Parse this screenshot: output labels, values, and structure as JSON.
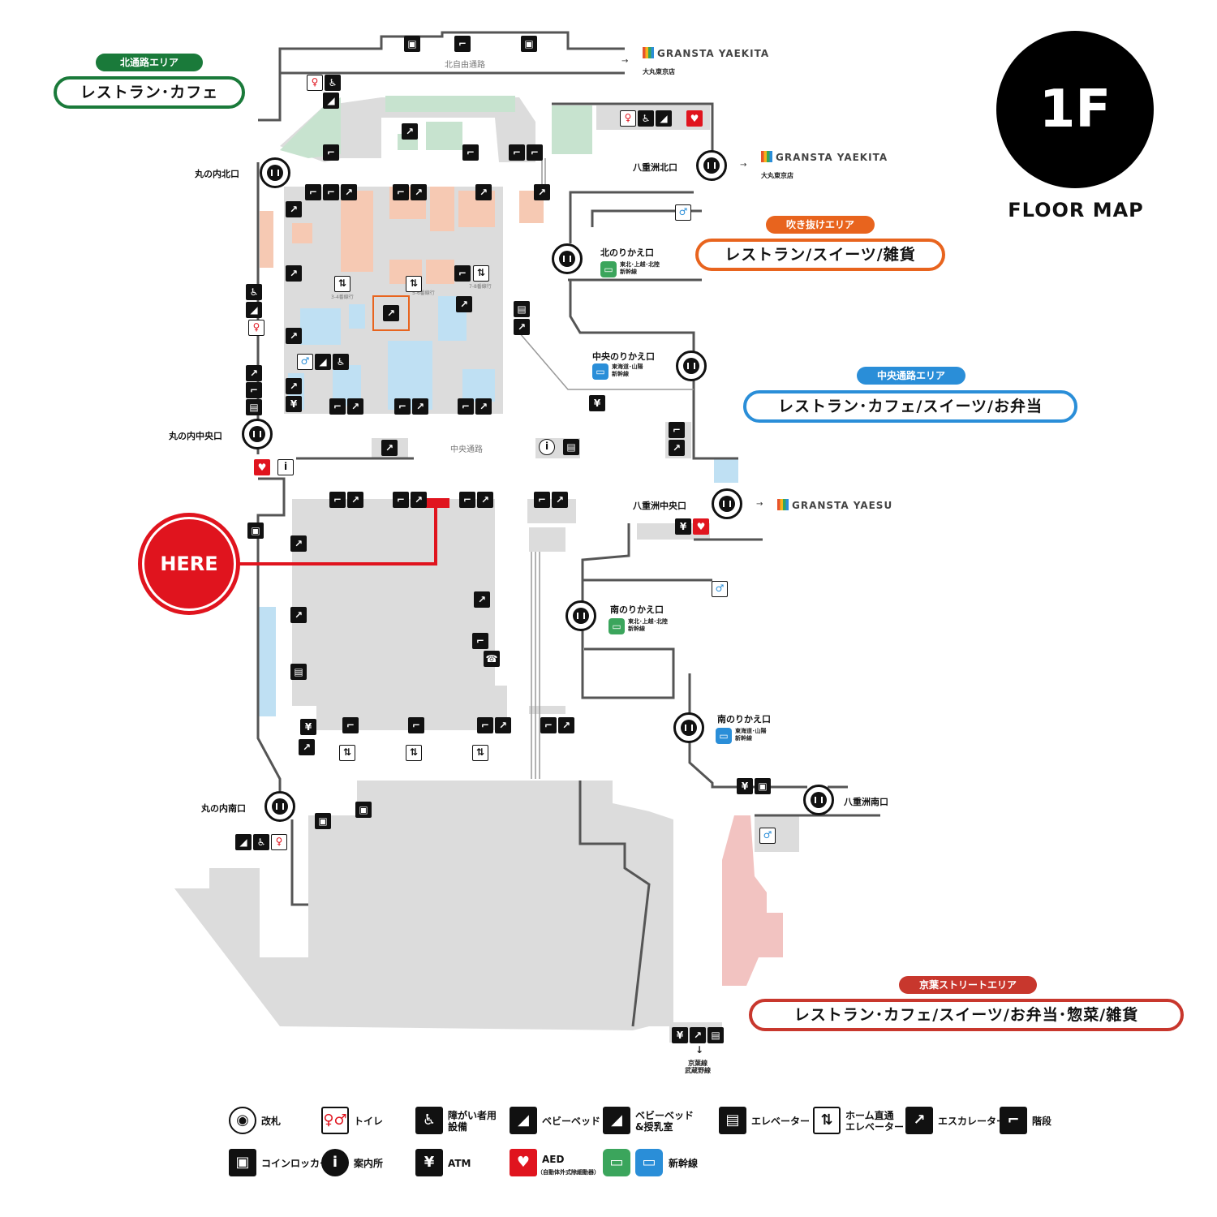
{
  "floor": {
    "number": "1F",
    "title": "FLOOR MAP"
  },
  "here": {
    "label": "HERE"
  },
  "areas": {
    "north": {
      "tag": "北通路エリア",
      "text": "レストラン･カフェ",
      "color": "#1a7a3a"
    },
    "fukinuke": {
      "tag": "吹き抜けエリア",
      "text": "レストラン/スイーツ/雑貨",
      "color": "#e8641e"
    },
    "central": {
      "tag": "中央通路エリア",
      "text": "レストラン･カフェ/スイーツ/お弁当",
      "color": "#2a8ed8"
    },
    "keiyo": {
      "tag": "京葉ストリートエリア",
      "text": "レストラン･カフェ/スイーツ/お弁当･惣菜/雑貨",
      "color": "#c8372d"
    }
  },
  "gates": {
    "marunouchi_north": "丸の内北口",
    "marunouchi_central": "丸の内中央口",
    "marunouchi_south": "丸の内南口",
    "yaesu_north": "八重洲北口",
    "yaesu_central": "八重洲中央口",
    "yaesu_south": "八重洲南口",
    "kita_norikae": "北のりかえ口",
    "chuo_norikae": "中央のりかえ口",
    "minami_norikae_1": "南のりかえ口",
    "minami_norikae_2": "南のりかえ口"
  },
  "lines": {
    "tohoku": "東北･上越･北陸\n新幹線",
    "tokaido": "東海道･山陽\n新幹線",
    "keiyo": "京葉線\n武蔵野線"
  },
  "passages": {
    "north_free": "北自由通路",
    "central": "中央通路"
  },
  "elevator_notes": {
    "a": "3-4番線行",
    "b": "5-6番線行",
    "c": "7-8番線行"
  },
  "gransta": {
    "yaekita": "GRANSTA YAEKITA",
    "yaesu": "GRANSTA YAESU",
    "daimaru": "大丸東京店"
  },
  "arrow": "→",
  "down_arrow": "↓",
  "legend": [
    {
      "icon": "ticket-gate-icon",
      "label": "改札"
    },
    {
      "icon": "toilet-icon",
      "label": "トイレ"
    },
    {
      "icon": "accessible-icon",
      "label": "障がい者用\n設備"
    },
    {
      "icon": "baby-bed-icon",
      "label": "ベビーベッド"
    },
    {
      "icon": "nursing-room-icon",
      "label": "ベビーベッド\n&授乳室"
    },
    {
      "icon": "elevator-icon",
      "label": "エレベーター"
    },
    {
      "icon": "platform-elevator-icon",
      "label": "ホーム直通\nエレベーター"
    },
    {
      "icon": "escalator-icon",
      "label": "エスカレーター"
    },
    {
      "icon": "stairs-icon",
      "label": "階段"
    },
    {
      "icon": "coin-locker-icon",
      "label": "コインロッカー"
    },
    {
      "icon": "info-icon",
      "label": "案内所"
    },
    {
      "icon": "atm-icon",
      "label": "ATM"
    },
    {
      "icon": "aed-icon",
      "label": "AED",
      "note": "（自動体外式除細動器）"
    },
    {
      "icon": "shinkansen-icon",
      "label": "新幹線"
    }
  ],
  "colors": {
    "north_shops": "#c7e3cf",
    "fukinuke_shops": "#f6c9b3",
    "central_shops": "#bfe0f3",
    "keiyo_shops": "#f2c3c1",
    "floor_gray": "#dcdcdc",
    "here_red": "#e0141e"
  }
}
